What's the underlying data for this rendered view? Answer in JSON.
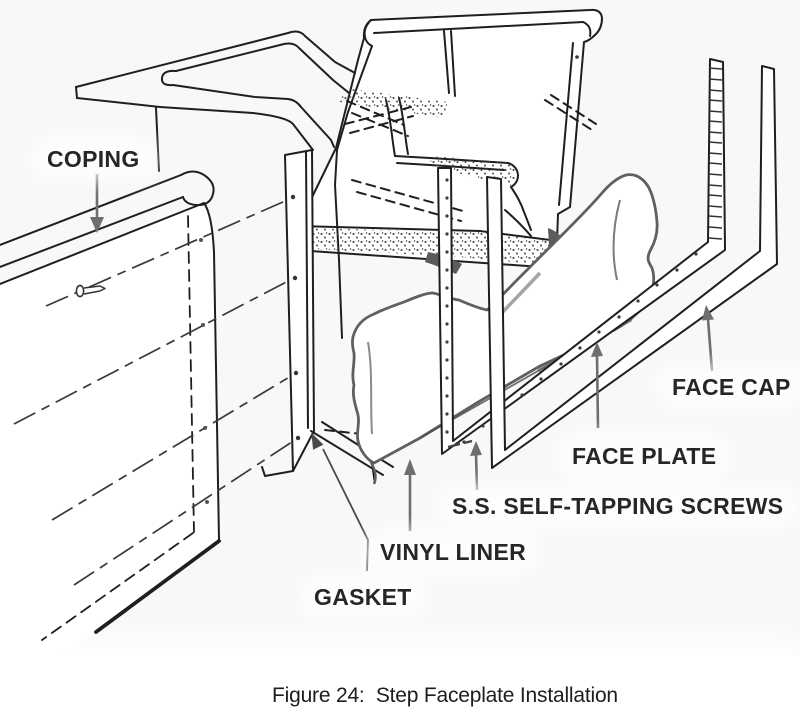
{
  "caption": "Figure 24:  Step Faceplate Installation",
  "labels": {
    "coping": "COPING",
    "face_cap": "FACE CAP",
    "face_plate": "FACE PLATE",
    "ss_screws": "S.S. SELF-TAPPING SCREWS",
    "vinyl_liner": "VINYL LINER",
    "gasket": "GASKET"
  },
  "colors": {
    "paper": "#f8f8f6",
    "ink": "#1f1f1f",
    "leader": "#6e6e6e",
    "liner-outline": "#606060",
    "shadow": "#5c5c5c",
    "stipple": "#414141"
  }
}
